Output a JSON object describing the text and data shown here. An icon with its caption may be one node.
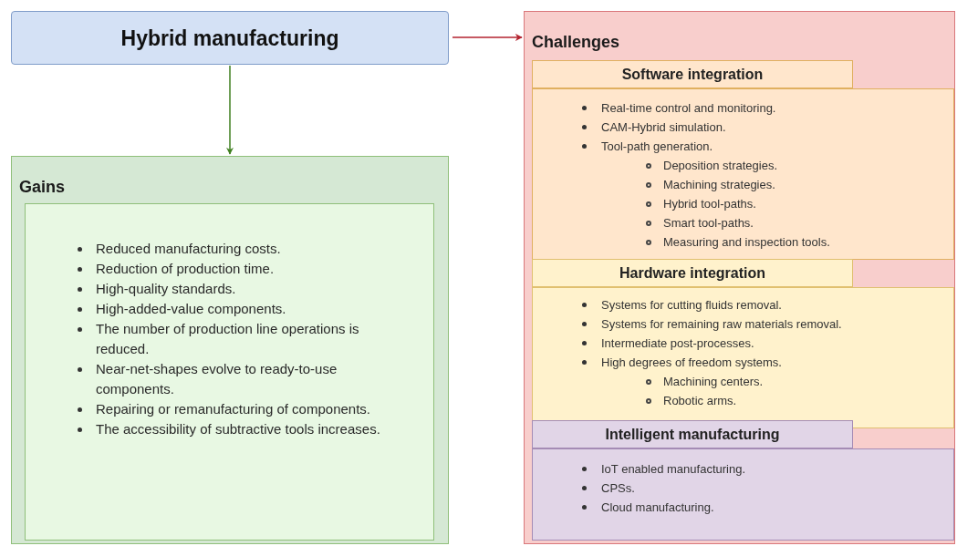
{
  "diagram": {
    "nodes": [
      {
        "text": [
          "Hybrid manufacturing"
        ]
      },
      {
        "text": [
          "Gains"
        ]
      },
      {
        "text": [
          "Reduced manufacturing costs.",
          "Reduction of production time.",
          "High-quality standards.",
          "High-added-value components.",
          "The number of production line operations is reduced.",
          "Near-net-shapes evolve to ready-to-use components.",
          "Repairing or remanufacturing of components.",
          "The accessibility of subtractive tools increases."
        ],
        "in": 1
      },
      {
        "text": [
          "Challenges"
        ]
      },
      {
        "text": [
          "Real-time control and monitoring.",
          "CAM-Hybrid simulation.",
          "Tool-path generation.",
          "Deposition strategies.",
          "Machining strategies.",
          "Hybrid tool-paths.",
          "Smart tool-paths.",
          "Measuring and inspection tools."
        ],
        "in": 3
      },
      {
        "text": [
          "Software integration"
        ],
        "in": 3
      },
      {
        "text": [
          "Systems for cutting fluids removal.",
          "Systems for remaining raw materials removal.",
          "Intermediate post-processes.",
          "High degrees of freedom systems.",
          "Machining centers.",
          "Robotic arms."
        ],
        "in": 3
      },
      {
        "text": [
          "Hardware integration"
        ],
        "in": 3
      },
      {
        "text": [
          "IoT enabled manufacturing.",
          "CPSs.",
          "Cloud manufacturing."
        ],
        "in": 3
      },
      {
        "text": [
          "Intelligent manufacturing"
        ],
        "in": 3
      }
    ],
    "edges": [
      {
        "from": 0,
        "to": 1,
        "arrow": "to",
        "color": "#3f7f1f"
      },
      {
        "from": 0,
        "to": 3,
        "arrow": "to",
        "color": "#b3232f"
      }
    ]
  }
}
